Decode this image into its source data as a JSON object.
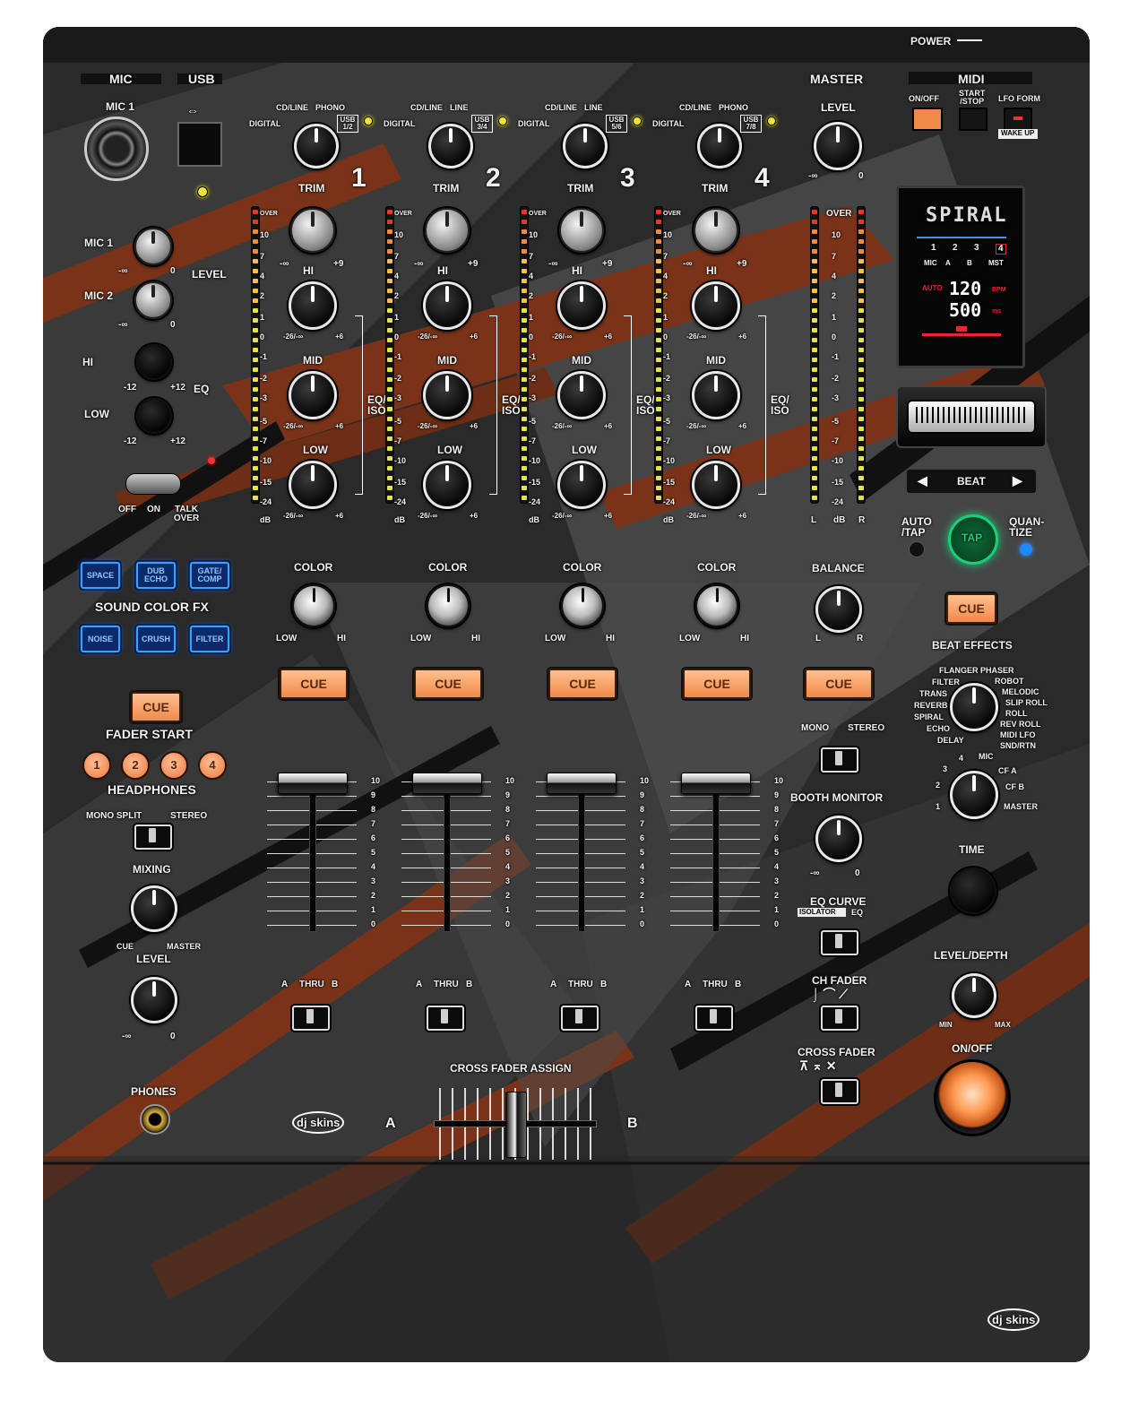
{
  "colors": {
    "accent": "#f08a4a",
    "brand": "#7a3318",
    "fx": "#1b6fff",
    "tap": "#19d07a"
  },
  "top": {
    "power": "POWER",
    "mic": "MIC",
    "usb": "USB",
    "mic1_jack": "MIC 1",
    "master": "MASTER",
    "midi": "MIDI",
    "onoff": "ON/OFF",
    "start_stop": "START\n/STOP",
    "lfo_form": "LFO FORM",
    "wake_up": "WAKE UP",
    "level": "LEVEL",
    "level_min": "-∞",
    "level_max": "0"
  },
  "mic_section": {
    "mic1": "MIC 1",
    "mic2": "MIC 2",
    "level": "LEVEL",
    "hi": "HI",
    "low": "LOW",
    "eq": "EQ",
    "minus_inf": "-∞",
    "zero": "0",
    "m12": "-12",
    "p12": "+12",
    "off": "OFF",
    "on": "ON",
    "talk_over": "TALK OVER"
  },
  "channels": [
    {
      "number": "1",
      "src_a": "CD/LINE",
      "src_b": "PHONO",
      "digital": "DIGITAL",
      "usb": "USB 1/2"
    },
    {
      "number": "2",
      "src_a": "CD/LINE",
      "src_b": "LINE",
      "digital": "DIGITAL",
      "usb": "USB 3/4"
    },
    {
      "number": "3",
      "src_a": "CD/LINE",
      "src_b": "LINE",
      "digital": "DIGITAL",
      "usb": "USB 5/6"
    },
    {
      "number": "4",
      "src_a": "CD/LINE",
      "src_b": "PHONO",
      "digital": "DIGITAL",
      "usb": "USB 7/8"
    }
  ],
  "strip": {
    "trim": "TRIM",
    "trim_min": "-∞",
    "trim_max": "+9",
    "hi": "HI",
    "mid": "MID",
    "low": "LOW",
    "eq_iso": "EQ/\nISO",
    "eq_min": "-26/-∞",
    "eq_max": "+6",
    "color": "COLOR",
    "color_low": "LOW",
    "color_hi": "HI",
    "cue": "CUE",
    "thru": "THRU",
    "a": "A",
    "b": "B"
  },
  "meter_scale": [
    "OVER",
    "10",
    "7",
    "4",
    "2",
    "1",
    "0",
    "-1",
    "-2",
    "-3",
    "-5",
    "-7",
    "-10",
    "-15",
    "-24",
    "dB"
  ],
  "master_meter": {
    "over": "OVER",
    "l": "L",
    "r": "R",
    "db": "dB"
  },
  "fader_scale": [
    "10",
    "9",
    "8",
    "7",
    "6",
    "5",
    "4",
    "3",
    "2",
    "1",
    "0"
  ],
  "sound_color_fx": {
    "title": "SOUND COLOR FX",
    "buttons": [
      "SPACE",
      "DUB ECHO",
      "GATE/ COMP",
      "NOISE",
      "CRUSH",
      "FILTER"
    ]
  },
  "left_lower": {
    "cue": "CUE",
    "fader_start": "FADER START",
    "fader_numbers": [
      "1",
      "2",
      "3",
      "4"
    ],
    "headphones": "HEADPHONES",
    "mono_split": "MONO SPLIT",
    "stereo": "STEREO",
    "mixing": "MIXING",
    "cue_label": "CUE",
    "master_label": "MASTER",
    "level": "LEVEL",
    "min": "-∞",
    "max": "0",
    "phones": "PHONES"
  },
  "center_right": {
    "balance": "BALANCE",
    "l": "L",
    "r": "R",
    "cue": "CUE",
    "mono": "MONO",
    "stereo": "STEREO",
    "booth_monitor": "BOOTH MONITOR",
    "booth_min": "-∞",
    "booth_max": "0",
    "eq_curve": "EQ CURVE",
    "isolator": "ISOLATOR",
    "eq": "EQ",
    "ch_fader": "CH FADER",
    "cross_fader": "CROSS FADER"
  },
  "cross_fader_assign": {
    "title": "CROSS FADER ASSIGN",
    "a": "A",
    "b": "B"
  },
  "display": {
    "effect": "SPIRAL",
    "channels": [
      "1",
      "2",
      "3",
      "4"
    ],
    "row2": [
      "MIC",
      "A",
      "B",
      "MST"
    ],
    "bpm": "120",
    "bpm_unit": "BPM",
    "ms": "500",
    "ms_unit": "ms",
    "auto": "AUTO"
  },
  "beat": {
    "label": "BEAT",
    "left": "◀",
    "right": "▶",
    "auto_tap": "AUTO\n/TAP",
    "tap": "TAP",
    "quantize": "QUAN-\nTIZE"
  },
  "beat_effects": {
    "cue": "CUE",
    "title": "BEAT EFFECTS",
    "left": [
      "FLANGER",
      "FILTER",
      "TRANS",
      "REVERB",
      "SPIRAL",
      "ECHO",
      "DELAY"
    ],
    "right": [
      "PHASER",
      "ROBOT",
      "MELODIC",
      "SLIP ROLL",
      "ROLL",
      "REV ROLL",
      "MIDI LFO",
      "SND/RTN"
    ],
    "ch_select": [
      "4",
      "3",
      "2",
      "1",
      "MIC",
      "CF A",
      "CF B",
      "MASTER"
    ],
    "time": "TIME",
    "level_depth": "LEVEL/DEPTH",
    "min": "MIN",
    "max": "MAX",
    "onoff": "ON/OFF"
  },
  "logo": {
    "text": "dj skins"
  }
}
